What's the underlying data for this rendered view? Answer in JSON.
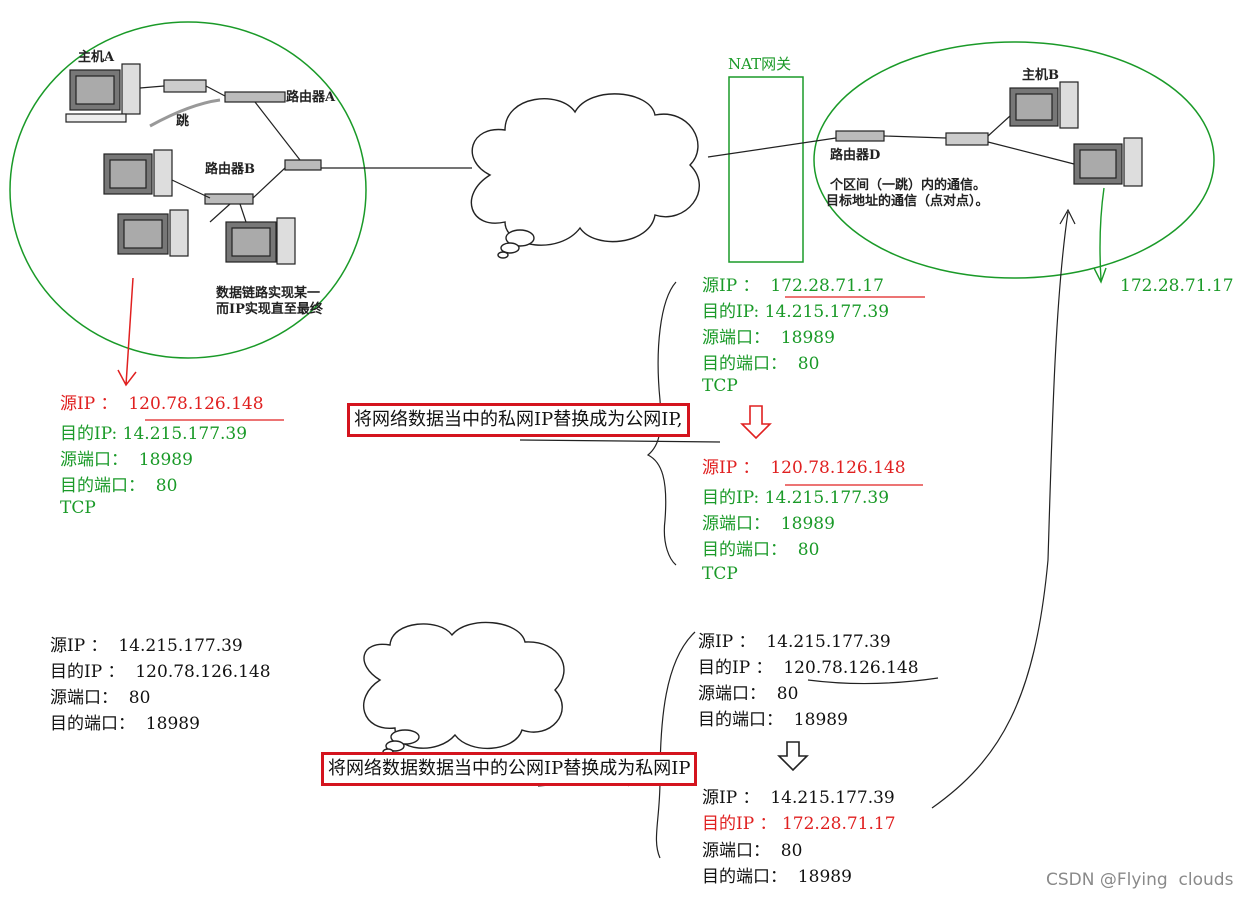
{
  "labels": {
    "host_a": "主机A",
    "router_a": "路由器A",
    "hop": "跳",
    "router_b": "路由器B",
    "left_caption_1": "数据链路实现某一",
    "left_caption_2": "而IP实现直至最终",
    "host_b": "主机B",
    "router_d": "路由器D",
    "right_caption_1": "个区间（一跳）内的通信。",
    "right_caption_2": "目标地址的通信（点对点）。",
    "nat_gateway": "NAT网关",
    "private_ip_b": "172.28.71.17"
  },
  "packets": {
    "left_out": {
      "src_ip": "源IP ：  120.78.126.148",
      "dst_ip": "目的IP: 14.215.177.39",
      "src_port": "源端口：  18989",
      "dst_port": "目的端口：  80",
      "proto": "TCP"
    },
    "nat_in": {
      "src_ip": "源IP ：  172.28.71.17",
      "dst_ip": "目的IP: 14.215.177.39",
      "src_port": "源端口：  18989",
      "dst_port": "目的端口：  80",
      "proto": "TCP"
    },
    "nat_out": {
      "src_ip": "源IP ：  120.78.126.148",
      "dst_ip": "目的IP: 14.215.177.39",
      "src_port": "源端口：  18989",
      "dst_port": "目的端口：  80",
      "proto": "TCP"
    },
    "reply_left": {
      "src_ip": "源IP ：  14.215.177.39",
      "dst_ip": "目的IP ：  120.78.126.148",
      "src_port": "源端口：  80",
      "dst_port": "目的端口：  18989"
    },
    "reply_in": {
      "src_ip": "源IP ：  14.215.177.39",
      "dst_ip": "目的IP ：  120.78.126.148",
      "src_port": "源端口：  80",
      "dst_port": "目的端口：  18989"
    },
    "reply_out": {
      "src_ip": "源IP ：  14.215.177.39",
      "dst_ip": "目的IP ： 172.28.71.17",
      "src_port": "源端口：  80",
      "dst_port": "目的端口：  18989"
    }
  },
  "boxes": {
    "private_to_public": "将网络数据当中的私网IP替换成为公网IP,",
    "public_to_private": "将网络数据数据当中的公网IP替换成为私网IP"
  },
  "watermark": "CSDN @Flying  clouds",
  "colors": {
    "green": "#1a9a28",
    "red": "#e02020",
    "box_border": "#d4141e"
  }
}
